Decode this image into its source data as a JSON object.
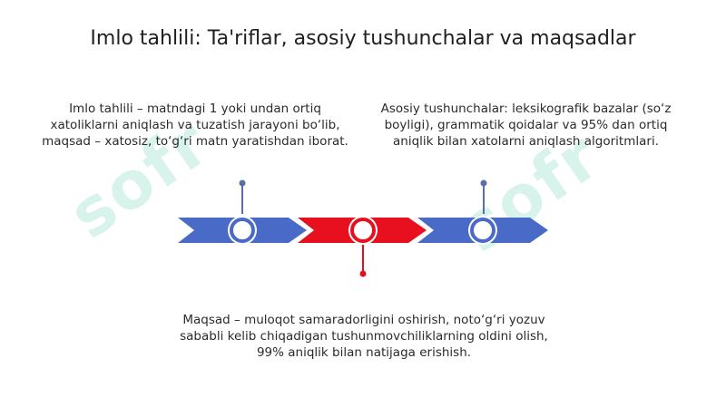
{
  "slide": {
    "title": "Imlo tahlili: Ta'riflar, asosiy tushunchalar va maqsadlar",
    "left_text": "Imlo tahlili – matndagi 1 yoki undan ortiq xatoliklarni aniqlash va tuzatish jarayoni bo‘lib, maqsad – xatosiz, to‘g‘ri matn yaratishdan iborat.",
    "right_text": "Asosiy tushunchalar: leksikografik bazalar (so‘z boyligi), grammatik qoidalar va 95% dan ortiq aniqlik bilan xatolarni aniqlash algoritmlari.",
    "bottom_text": "Maqsad – muloqot samaradorligini oshirish, noto‘g‘ri yozuv sababli kelib chiqadigan tushunmovchiliklarning oldini olish, 99% aniqlik bilan natijaga erishish.",
    "watermark": "sofr"
  },
  "colors": {
    "blue": "#4a6ac8",
    "red": "#e8101e",
    "pin_blue": "#5a6fa3",
    "pin_red": "#e8101e"
  }
}
